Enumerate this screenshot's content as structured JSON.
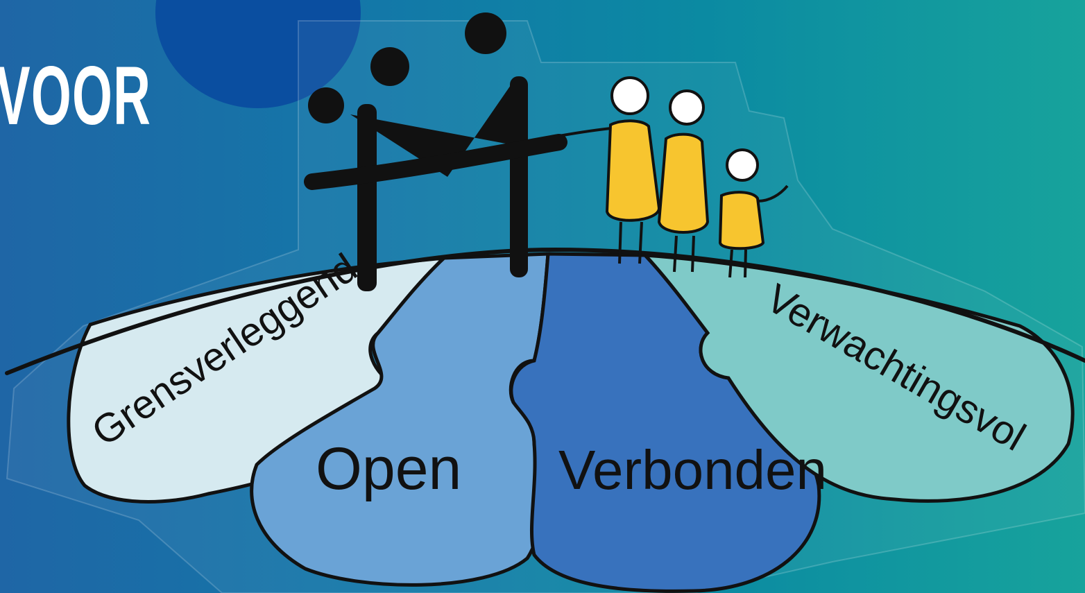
{
  "heading": "VOOR",
  "petals": [
    {
      "label": "Grensverleggend",
      "color": "#d6eaf0"
    },
    {
      "label": "Open",
      "color": "#6aa3d6"
    },
    {
      "label": "Verbonden",
      "color": "#3872bd"
    },
    {
      "label": "Verwachtingsvol",
      "color": "#7fcac8"
    }
  ],
  "colors": {
    "background_left": "#1f66a6",
    "background_right": "#17a39c",
    "circle": "#0a4ea0",
    "figures": "#f7c52f",
    "outline": "#111111"
  }
}
